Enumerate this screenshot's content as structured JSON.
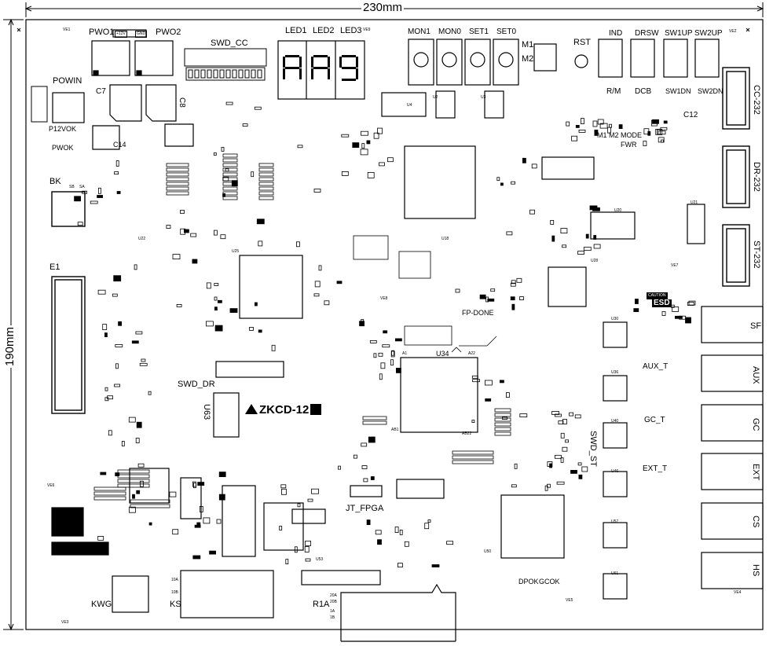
{
  "dimensions": {
    "width": "230mm",
    "height": "190mm"
  },
  "board": {
    "name": "ZKCD-12"
  },
  "labels": {
    "pwo1": "PWO1",
    "v12": "+12V",
    "gnd": "GND",
    "pwo2": "PWO2",
    "swd_cc": "SWD_CC",
    "led1": "LED1",
    "led2": "LED2",
    "led3": "LED3",
    "mon1": "MON1",
    "mon0": "MON0",
    "set1": "SET1",
    "set0": "SET0",
    "rst": "RST",
    "m1": "M1",
    "m2": "M2",
    "ind": "IND",
    "drsw": "DRSW",
    "sw1up": "SW1UP",
    "sw2up": "SW2UP",
    "rm": "R/M",
    "dcb": "DCB",
    "sw1dn": "SW1DN",
    "sw2dn": "SW2DN",
    "cc232": "CC-232",
    "dr232": "DR-232",
    "st232": "ST-232",
    "powin": "POWIN",
    "pwok": "PWOK",
    "p12vok": "P12VOK",
    "bk": "BK",
    "e1": "E1",
    "swd_dr": "SWD_DR",
    "swd_st": "SWD_ST",
    "jt_fpga": "JT_FPGA",
    "fp_done": "FP-DONE",
    "sf": "SF",
    "aux": "AUX",
    "gc": "GC",
    "ext": "EXT",
    "cs": "CS",
    "hs": "HS",
    "aux_t": "AUX_T",
    "gc_t": "GC_T",
    "ext_t": "EXT_T",
    "ks": "KS",
    "kwg": "KWG",
    "r1a": "R1A",
    "dpok": "DPOK",
    "gcok": "GCOK",
    "m1m2mode": "M1 M2 MODE",
    "fwr": "FWR",
    "caution": "CAUTION",
    "esd": "ESD",
    "u2": "U2",
    "u3": "U3",
    "u4": "U4",
    "u20": "U20",
    "u21": "U21",
    "u22": "U22",
    "u25": "U25",
    "u28": "U28",
    "u30": "U30",
    "u34": "U34",
    "u36": "U36",
    "u40": "U40",
    "u46": "U46",
    "u50": "U50",
    "u53": "U53",
    "u57": "U57",
    "u61": "U61",
    "u63": "U63",
    "u18": "U18",
    "a1": "A1",
    "a22": "A22",
    "ab1": "AB1",
    "ab22": "AB22",
    "ve1": "VE1",
    "ve2": "VE2",
    "ve3": "VE3",
    "ve4": "VE4",
    "ve5": "VE5",
    "ve6": "VE6",
    "ve7": "VE7",
    "ve8": "VE8",
    "ve9": "VE9",
    "c7": "C7",
    "c8": "C8",
    "c12": "C12",
    "c14": "C14",
    "sb": "SB",
    "sa": "SA",
    "twenty_a": "20A",
    "twenty_b": "20B",
    "ten_a": "10A",
    "ten_b": "10B",
    "one_a": "1A",
    "one_b": "1B"
  },
  "colors": {
    "ink": "#000000",
    "paper": "#ffffff",
    "gray": "#8c8c8c"
  }
}
